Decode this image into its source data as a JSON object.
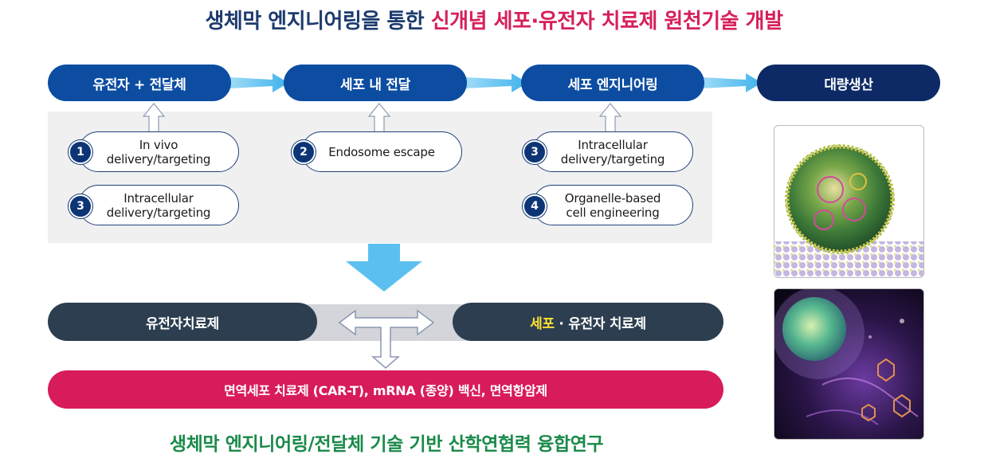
{
  "title": {
    "part1": "생체막 엔지니어링을 통한 ",
    "part2": "신개념 세포·유전자 치료제 원천기술 개발"
  },
  "steps": [
    {
      "label": "유전자 + 전달체"
    },
    {
      "label": "세포 내 전달"
    },
    {
      "label": "세포 엔지니어링"
    },
    {
      "label": "대량생산"
    }
  ],
  "sub_items": [
    {
      "num": "1",
      "label": "In vivo\ndelivery/targeting"
    },
    {
      "num": "3",
      "label": "Intracellular\ndelivery/targeting"
    },
    {
      "num": "2",
      "label": "Endosome escape"
    },
    {
      "num": "3",
      "label": "Intracellular\ndelivery/targeting"
    },
    {
      "num": "4",
      "label": "Organelle-based\ncell engineering"
    }
  ],
  "therapy": {
    "left": "유전자치료제",
    "right_highlight": "세포",
    "right_rest": " · 유전자 치료제",
    "applications": "면역세포 치료제 (CAR-T), mRNA (종양) 백신, 면역항암제"
  },
  "footer": "생체막 엔지니어링/전달체 기술 기반 산학연협력 융합연구",
  "colors": {
    "accent_blue": "#0c4da2",
    "navy": "#0d2a66",
    "pink": "#d81b5a",
    "green": "#1a8a4a",
    "arrow_light": "#5bc0f0"
  }
}
